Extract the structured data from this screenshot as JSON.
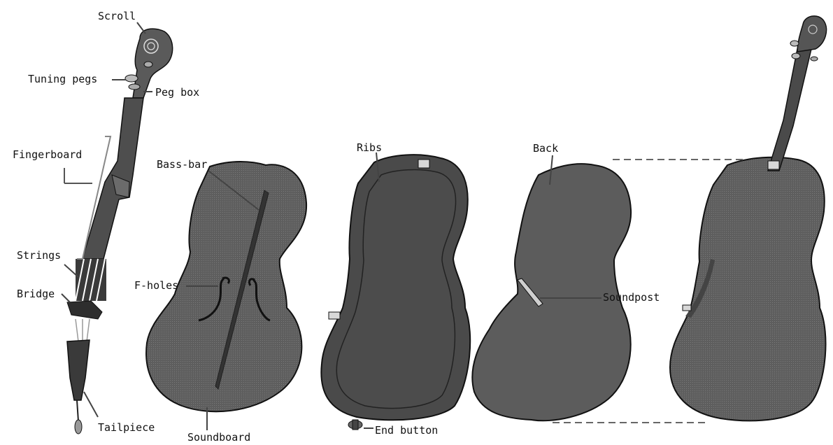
{
  "colors": {
    "body_fill": "#5c5c5c",
    "inner_fill": "#4a4a4a",
    "edge_fill": "#3a3a3a",
    "outline": "#111111",
    "leader": "#3a3a3a",
    "dashed": "#666666",
    "string": "#ffffff"
  },
  "labels": {
    "scroll": "Scroll",
    "tuning_pegs": "Tuning pegs",
    "peg_box": "Peg box",
    "fingerboard": "Fingerboard",
    "strings": "Strings",
    "bridge": "Bridge",
    "tailpiece": "Tailpiece",
    "bass_bar": "Bass-bar",
    "f_holes": "F-holes",
    "soundboard": "Soundboard",
    "ribs": "Ribs",
    "end_button": "End button",
    "back": "Back",
    "soundpost": "Soundpost"
  }
}
